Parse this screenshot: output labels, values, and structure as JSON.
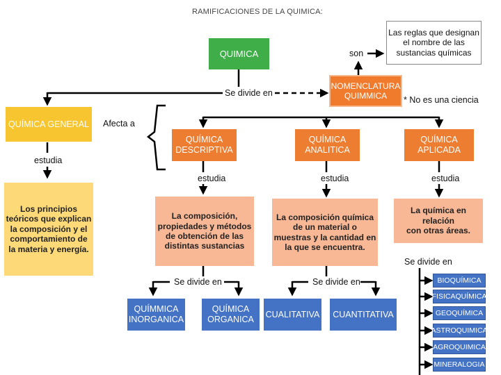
{
  "title": "RAMIFICACIONES DE LA QUIMICA:",
  "nodes": {
    "quimica": "QUIMICA",
    "nomenclatura_l1": "NOMENCLATURA",
    "nomenclatura_l2": "QUIMMICA",
    "reglas_l1": "Las reglas que designan",
    "reglas_l2": "el nombre de las",
    "reglas_l3": "sustancias químicas",
    "quimica_general": "QUÍMICA GENERAL",
    "descriptiva_l1": "QUÍMICA",
    "descriptiva_l2": "DESCRIPTIVA",
    "analitica_l1": "QUÍMICA",
    "analitica_l2": "ANALITICA",
    "aplicada_l1": "QUÍMICA",
    "aplicada_l2": "APLICADA",
    "principios_l1": "Los principios",
    "principios_l2": "teóricos que explican",
    "principios_l3": "la composición y el",
    "principios_l4": "comportamiento de",
    "principios_l5": "la materia y energía.",
    "composicion_l1": "La composición,",
    "composicion_l2": "propiedades y métodos",
    "composicion_l3": "de obtención de las",
    "composicion_l4": "distintas sustancias",
    "composicion_quimica_l1": "La composición química",
    "composicion_quimica_l2": "de un material o",
    "composicion_quimica_l3": "muestras y la cantidad en",
    "composicion_quimica_l4": "la que se encuentra.",
    "relacion_l1": "La química en relación",
    "relacion_l2": "con otras áreas.",
    "inorganica_l1": "QUÍMMICA",
    "inorganica_l2": "INORGANICA",
    "organica_l1": "QUÍMICA",
    "organica_l2": "ORGANICA",
    "cualitativa": "CUALITATIVA",
    "cuantitativa": "CUANTITATIVA"
  },
  "areas": [
    "BIOQUÍMICA",
    "FISICAQUÍMICA",
    "GEOQUÍMICA",
    "ASTROQUIMICA",
    "AGROQUIMICA",
    "MINERALOGIA"
  ],
  "labels": {
    "son": "son",
    "se_divide_en": "Se divide en",
    "no_es_ciencia": "No es una ciencia",
    "afecta_a": "Afecta a",
    "estudia": "estudia"
  }
}
